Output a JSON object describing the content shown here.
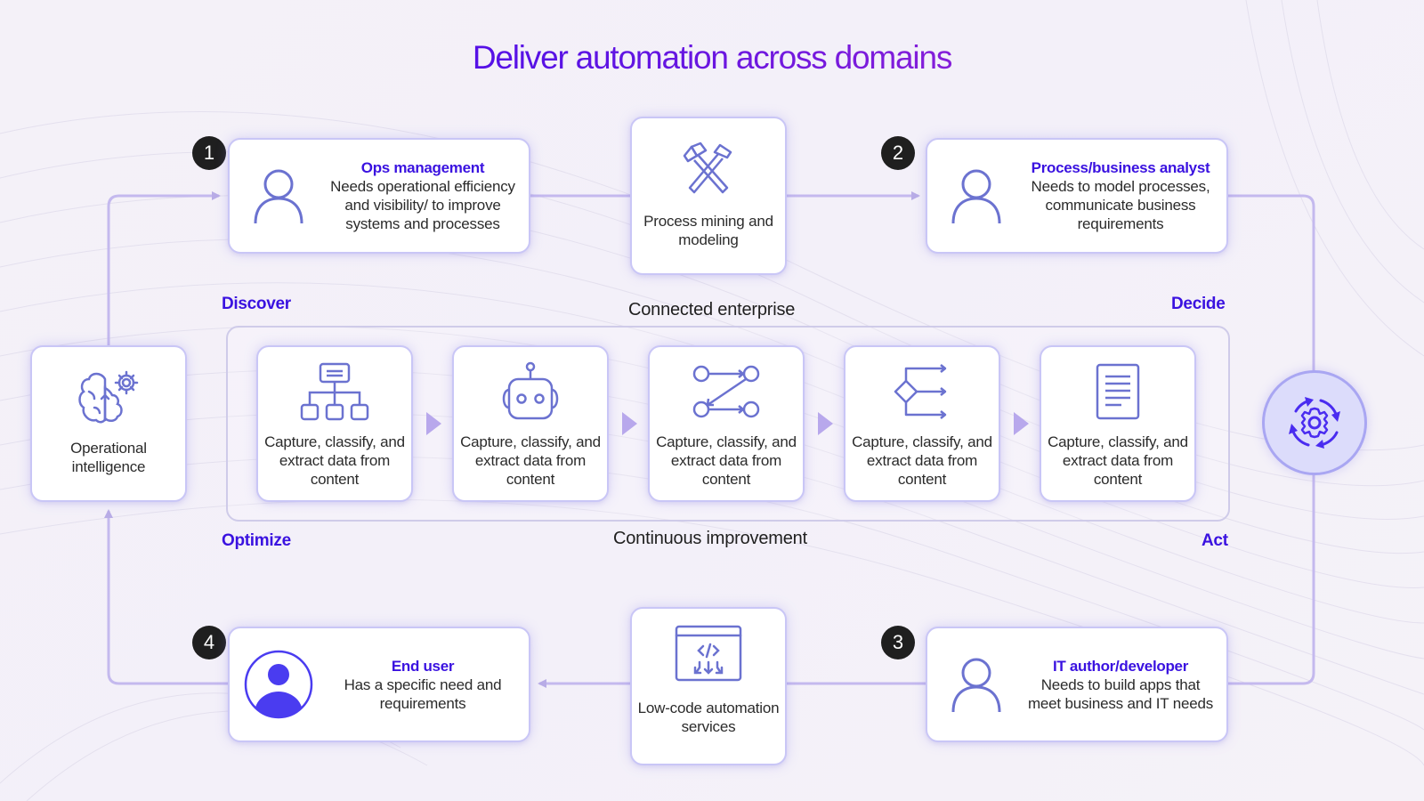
{
  "title": "Deliver automation across domains",
  "stages": {
    "discover": "Discover",
    "decide": "Decide",
    "optimize": "Optimize",
    "act": "Act"
  },
  "sections": {
    "top": "Connected enterprise",
    "bottom": "Continuous improvement"
  },
  "personas": [
    {
      "number": "1",
      "role": "Ops management",
      "description": "Needs operational efficiency and visibility/ to improve systems and processes",
      "icon": "user-outline-icon"
    },
    {
      "number": "2",
      "role": "Process/business analyst",
      "description": "Needs to model processes, communicate business requirements",
      "icon": "user-outline-icon"
    },
    {
      "number": "3",
      "role": "IT author/developer",
      "description": "Needs to build apps that meet business and IT needs",
      "icon": "user-outline-icon"
    },
    {
      "number": "4",
      "role": "End user",
      "description": "Has a specific need and requirements",
      "icon": "user-filled-circle-icon"
    }
  ],
  "tools": {
    "process_mining": {
      "label": "Process mining and modeling",
      "icon": "crossed-hammers-icon"
    },
    "low_code": {
      "label": "Low-code automation services",
      "icon": "code-window-icon"
    },
    "operational_intelligence": {
      "label": "Operational intelligence",
      "icon": "brain-gear-icon"
    },
    "automation_cycle": {
      "icon": "gear-cycle-icon"
    }
  },
  "capabilities": [
    {
      "label": "Capture, classify, and extract data from content",
      "icon": "org-chart-icon"
    },
    {
      "label": "Capture, classify, and extract data from content",
      "icon": "robot-icon"
    },
    {
      "label": "Capture, classify, and extract data from content",
      "icon": "workflow-nodes-icon"
    },
    {
      "label": "Capture, classify, and extract data from content",
      "icon": "decision-branch-icon"
    },
    {
      "label": "Capture, classify, and extract data from content",
      "icon": "document-icon"
    }
  ],
  "colors": {
    "accent": "#3a12e0",
    "icon_stroke": "#6b72d0",
    "connector": "#b8ace6",
    "badge": "#1f1f1f",
    "card_border": "#c9c6f6"
  }
}
